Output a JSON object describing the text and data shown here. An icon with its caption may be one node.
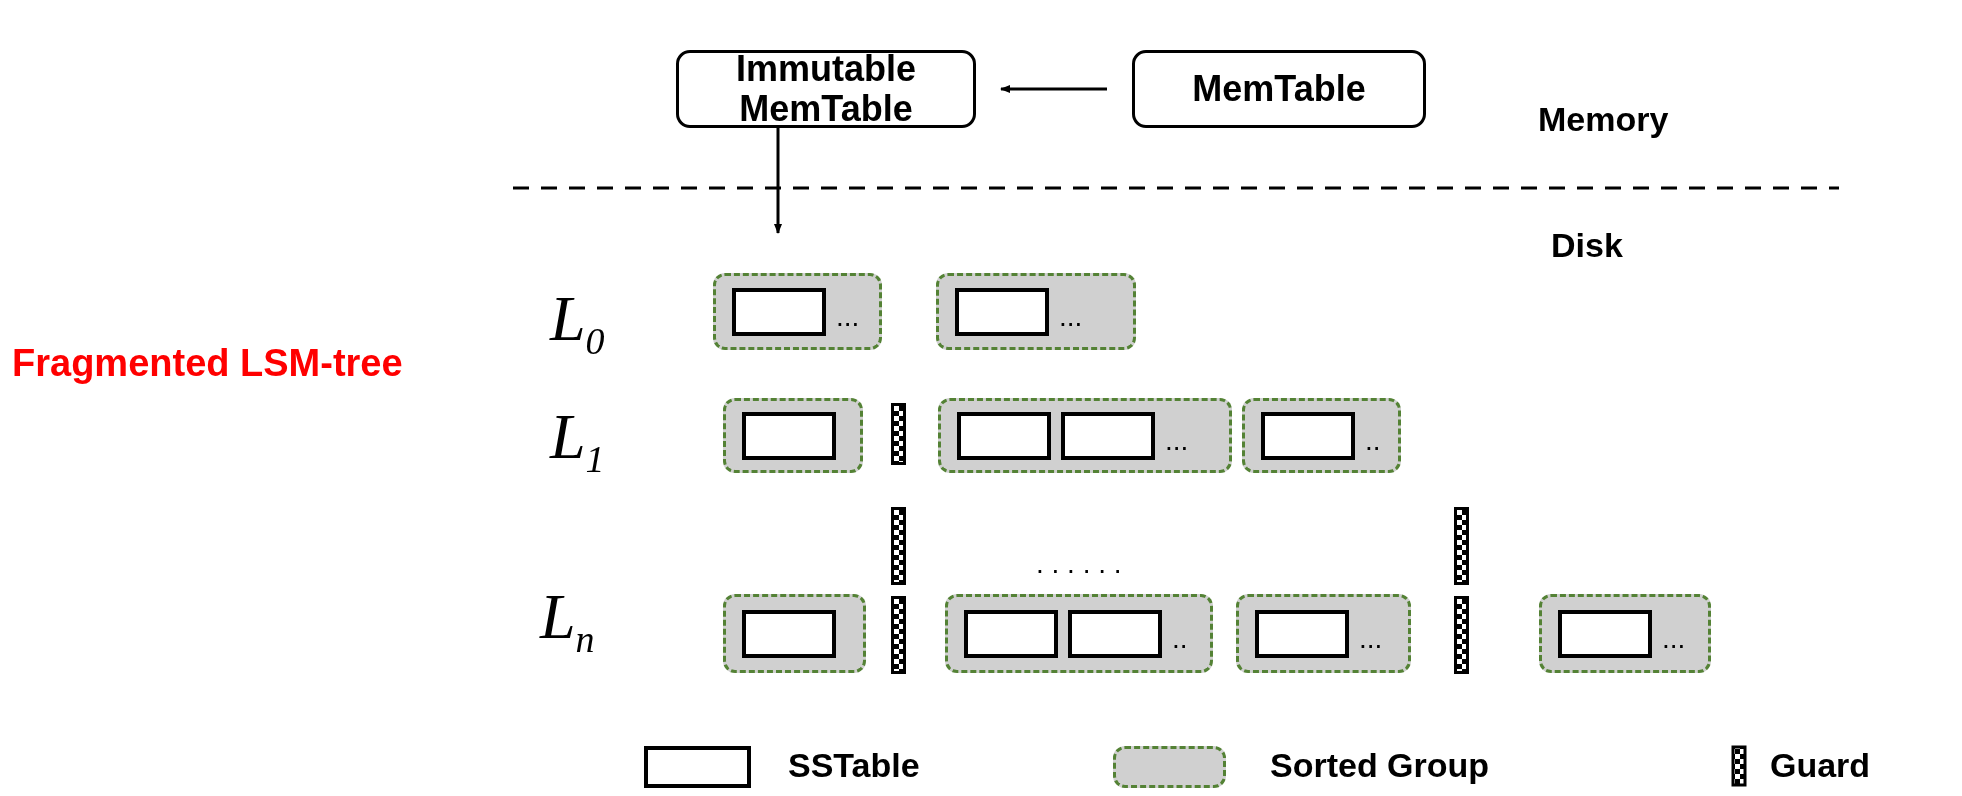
{
  "diagram": {
    "nodes": [
      {
        "text": [
          "Immutable MemTable"
        ]
      },
      {
        "text": [
          "MemTable"
        ]
      },
      {
        "text": [
          "..."
        ]
      },
      {
        "text": [],
        "shape": "box",
        "in": 2
      },
      {
        "text": [
          "..."
        ]
      },
      {
        "text": [],
        "shape": "box",
        "in": 4
      },
      {
        "text": [],
        "shape": "box"
      },
      {
        "text": [],
        "shape": "box",
        "in": 6
      },
      {
        "text": [
          "..."
        ]
      },
      {
        "text": [],
        "shape": "box",
        "in": 8
      },
      {
        "text": [],
        "shape": "box",
        "in": 8
      },
      {
        "text": [
          ".."
        ]
      },
      {
        "text": [],
        "shape": "box",
        "in": 11
      },
      {
        "text": [],
        "shape": "box"
      },
      {
        "text": [],
        "shape": "box",
        "in": 13
      },
      {
        "text": [
          ".."
        ]
      },
      {
        "text": [],
        "shape": "box",
        "in": 15
      },
      {
        "text": [],
        "shape": "box",
        "in": 15
      },
      {
        "text": [
          "..."
        ]
      },
      {
        "text": [],
        "shape": "box",
        "in": 18
      },
      {
        "text": [
          "..."
        ]
      },
      {
        "text": [],
        "shape": "box",
        "in": 20
      },
      {
        "text": [],
        "shape": "bar"
      },
      {
        "text": [],
        "shape": "bar"
      },
      {
        "text": [],
        "shape": "bar"
      },
      {
        "text": [],
        "shape": "bar"
      },
      {
        "text": [],
        "shape": "bar"
      }
    ],
    "edges": [
      {
        "from": 1,
        "to": 0,
        "arrow": "to"
      },
      {
        "from": 0,
        "to": 2,
        "arrow": "to"
      }
    ],
    "labels": [
      "Memory",
      "Disk",
      "Fragmented LSM-tree",
      "L$_{0}$",
      "L$_{1}$",
      ". . . . . .",
      "L$_{n}$"
    ],
    "legend": [
      {
        "text": "SSTable"
      },
      {
        "text": "Sorted Group"
      },
      {
        "text": "Guard"
      }
    ]
  }
}
